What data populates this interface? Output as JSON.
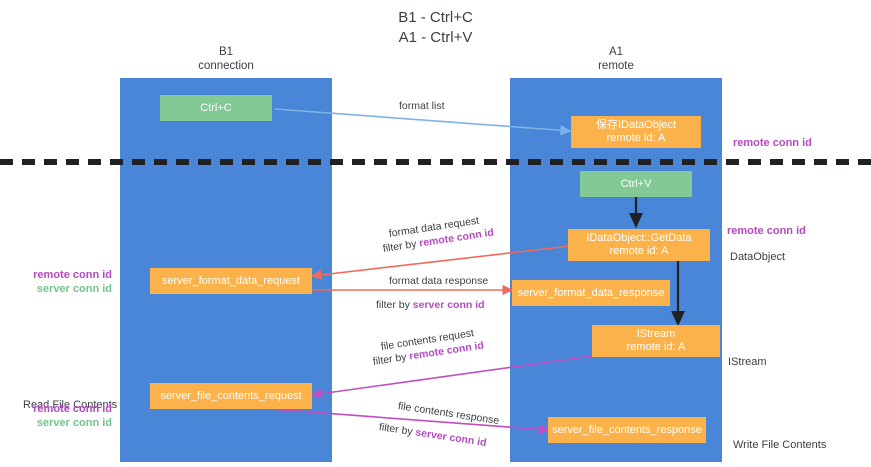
{
  "diagram": {
    "title": "B1 - Ctrl+C\nA1 - Ctrl+V",
    "colors": {
      "lane": "#4a86d8",
      "node_green": "#82c995",
      "node_orange": "#fbb24a",
      "accent_purple": "#b44ac0",
      "accent_green": "#72c48a",
      "arrow_blue": "#7fb3e8",
      "arrow_red": "#ef6a5a",
      "arrow_magenta": "#c04ec0",
      "arrow_dark": "#202124",
      "divider": "#202124"
    },
    "lanes": [
      {
        "id": "b1",
        "header": "B1\nconnection"
      },
      {
        "id": "a1",
        "header": "A1\nremote"
      }
    ],
    "nodes": {
      "ctrl_c": "Ctrl+C",
      "save_idataobject": "保存IDataObject\nremote id: A",
      "ctrl_v": "Ctrl+V",
      "getdata": "IDataObject::GetData\nremote id: A",
      "server_format_data_request": "server_format_data_request",
      "server_format_data_response": "server_format_data_response",
      "istream": "IStream\nremote id: A",
      "server_file_contents_request": "server_file_contents_request",
      "server_file_contents_response": "server_file_contents_response"
    },
    "edge_labels": {
      "format_list": "format list",
      "format_data_request": "format data request",
      "format_data_request_filter_prefix": "filter by ",
      "format_data_request_filter_key": "remote conn id",
      "format_data_response": "format data response",
      "format_data_response_filter_prefix": "filter by ",
      "format_data_response_filter_key": "server conn id",
      "file_contents_request": "file contents request",
      "file_contents_request_filter_prefix": "filter by ",
      "file_contents_request_filter_key": "remote conn id",
      "file_contents_response": "file contents response",
      "file_contents_response_filter_prefix": "filter by ",
      "file_contents_response_filter_key": "server conn id"
    },
    "annotations": {
      "right_remote_conn_id_top": "remote conn id",
      "right_remote_conn_id_mid": "remote conn id",
      "right_dataobject": "DataObject",
      "right_istream": "IStream",
      "right_write_file_contents": "Write File Contents",
      "left_remote_conn_id": "remote conn id",
      "left_server_conn_id": "server conn id",
      "left_read_file_contents": "Read File Contents",
      "left_remote_conn_id_2": "remote conn id",
      "left_server_conn_id_2": "server conn id"
    }
  }
}
